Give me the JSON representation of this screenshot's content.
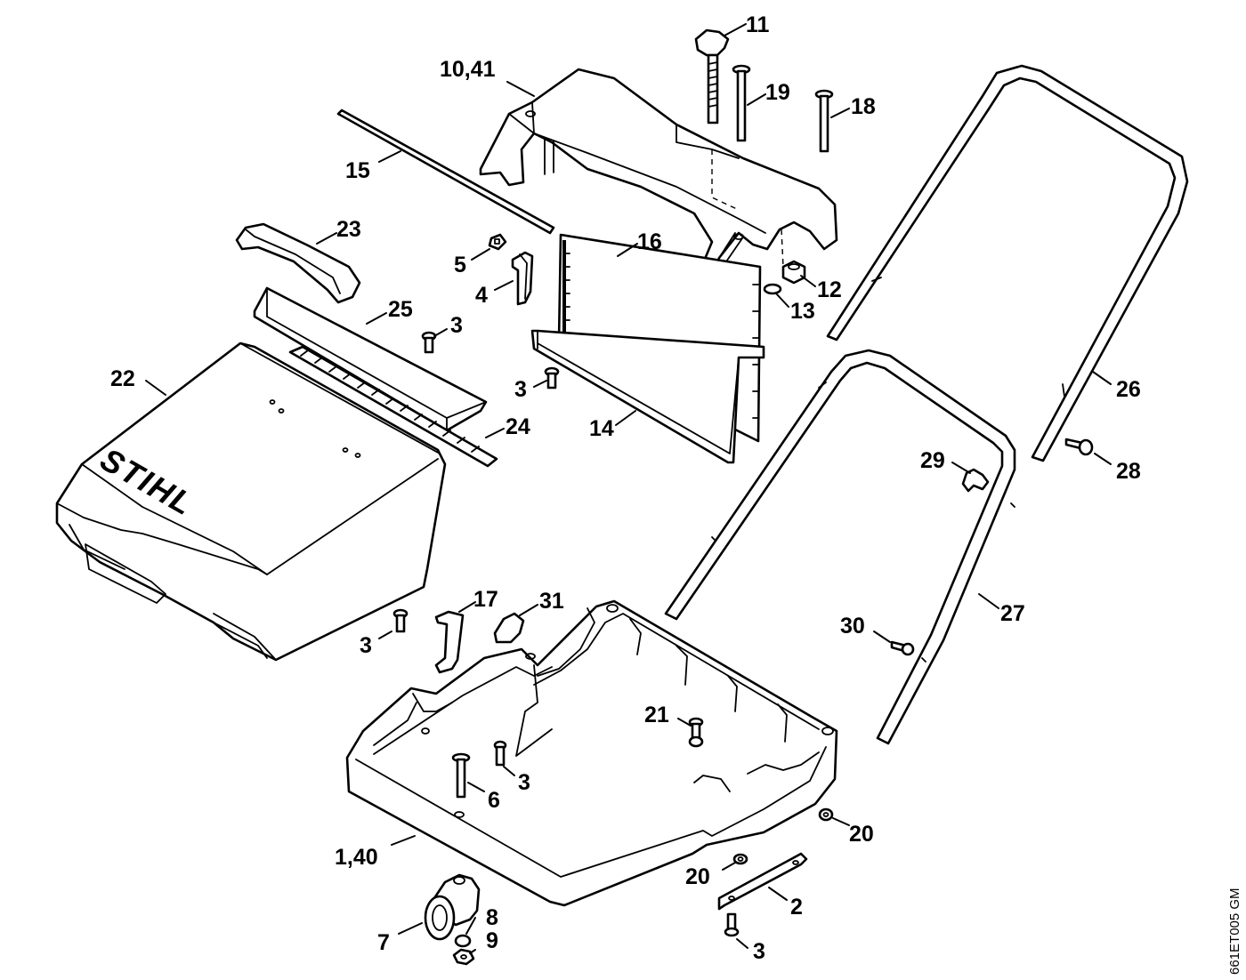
{
  "brand_logo_text": "STIHL",
  "drawing_reference": "661ET005 GM",
  "part_labels": [
    "11",
    "10,41",
    "19",
    "18",
    "15",
    "23",
    "16",
    "5",
    "4",
    "12",
    "13",
    "25",
    "3",
    "22",
    "3",
    "14",
    "24",
    "26",
    "29",
    "28",
    "17",
    "31",
    "27",
    "30",
    "3",
    "21",
    "3",
    "6",
    "20",
    "1,40",
    "20",
    "2",
    "8",
    "7",
    "9",
    "3"
  ]
}
